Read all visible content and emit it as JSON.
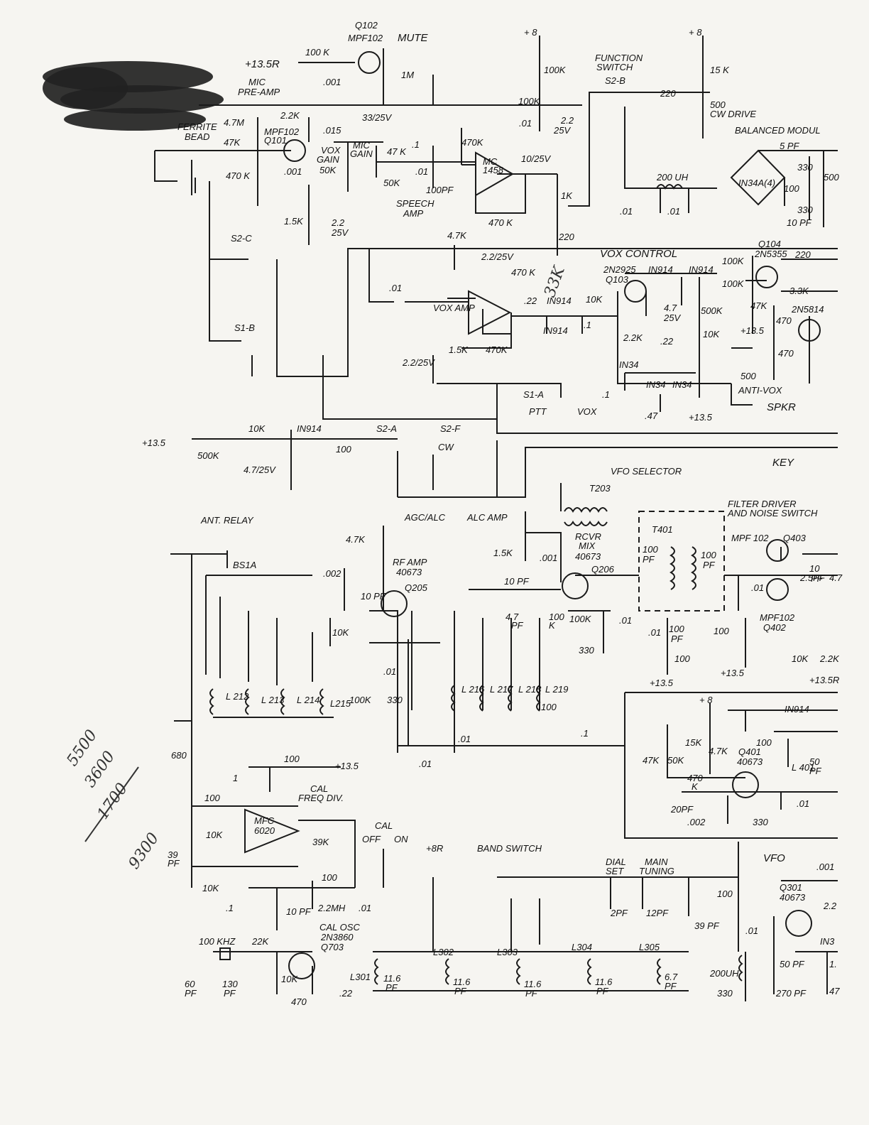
{
  "title_labels": {
    "q102": "Q102",
    "mpf102_q102": "MPF102",
    "mute": "MUTE",
    "mic_preamp_1": "MIC",
    "mic_preamp_2": "PRE-AMP",
    "ferrite_1": "FERRITE",
    "ferrite_2": "BEAD",
    "plus8_a": "+ 8",
    "plus8_b": "+ 8",
    "plus13_5r": "+13.5R",
    "function_switch_1": "FUNCTION",
    "function_switch_2": "SWITCH",
    "s2b": "S2-B",
    "cw_drive": "CW DRIVE",
    "balanced_mod": "BALANCED MODUL",
    "vox_gain_1": "VOX",
    "vox_gain_2": "GAIN",
    "mic_gain_1": "MIC",
    "mic_gain_2": "GAIN",
    "speech_amp_1": "SPEECH",
    "speech_amp_2": "AMP",
    "q101_1": "MPF102",
    "q101_2": "Q101",
    "mc1458_a": "MC",
    "mc1458_a2": "1458",
    "s2c": "S2-C",
    "s1b": "S1-B",
    "vox_control": "VOX CONTROL",
    "vox_amp": "VOX AMP",
    "q103_1": "2N2925",
    "q103_2": "Q103",
    "q104_1": "Q104",
    "q104_2": "2N5355",
    "q10x": "2N5814",
    "anti_vox": "ANTI-VOX",
    "spkr": "SPKR",
    "s1a": "S1-A",
    "ptt": "PTT",
    "vox": "VOX",
    "plus13_5_a": "+13.5",
    "plus13_5_b": "+13.5",
    "plus13_5_c": "+13.5",
    "s2a": "S2-A",
    "s2f": "S2-F",
    "cw": "CW",
    "key": "KEY",
    "vfo_selector": "VFO SELECTOR",
    "t203": "T203",
    "agc_alc": "AGC/ALC",
    "alc_amp": "ALC AMP",
    "ant_relay": "ANT. RELAY",
    "bs1a": "BS1A",
    "rf_amp": "RF AMP",
    "q205_1": "40673",
    "q205_2": "Q205",
    "rcvr_mix_1": "RCVR",
    "rcvr_mix_2": "MIX",
    "q206_1": "40673",
    "q206_2": "Q206",
    "filter_driver_1": "FILTER DRIVER",
    "filter_driver_2": "AND NOISE SWITCH",
    "t401": "T401",
    "q403_1": "MPF 102",
    "q403_2": "Q403",
    "q402_1": "MPF102",
    "q402_2": "Q402",
    "l212": "L 212",
    "l213": "L 213",
    "l214": "L 214",
    "l215": "L215",
    "l216": "L 216",
    "l217": "L 217",
    "l218": "L 218",
    "l219": "L 219",
    "cal_freq_1": "CAL",
    "cal_freq_2": "FREQ DIV.",
    "mfc_1": "MFC",
    "mfc_2": "6020",
    "cal": "CAL",
    "cal_off": "OFF",
    "cal_on": "ON",
    "plus8r": "+8R",
    "band_switch": "BAND SWITCH",
    "dial_set_1": "DIAL",
    "dial_set_2": "SET",
    "main_tuning_1": "MAIN",
    "main_tuning_2": "TUNING",
    "vfo": "VFO",
    "q301_1": "Q301",
    "q301_2": "40673",
    "cal_osc_1": "CAL OSC",
    "cal_osc_2": "2N3860",
    "cal_osc_3": "Q703",
    "xtal": "100 KHZ",
    "q401_1": "Q401",
    "q401_2": "40673",
    "l301": "L301",
    "l302": "L302",
    "l303": "L303",
    "l304": "L304",
    "l305": "L305",
    "l401": "L 401",
    "in34a": "IN34A(4)"
  },
  "component_values": {
    "r100k_a": "100 K",
    "c001_a": ".001",
    "r1m": "1M",
    "r4_7m": "4.7M",
    "r2_2k_a": "2.2K",
    "c015": ".015",
    "r47k_a": "47K",
    "r470k_a": "470 K",
    "c001_b": ".001",
    "r50k_vox": "50K",
    "r47k_b": "47 K",
    "c1_a": ".1",
    "c01_a": ".01",
    "r50k_mic": "50K",
    "c33": "33/25V",
    "r470k_b": "470K",
    "r100k_b": "100K",
    "r100k_c": "100K",
    "c01_b": ".01",
    "c2_2_25v": "2.2",
    "c25v": "25V",
    "c100pf_a": "100PF",
    "c10_25v": "10/25V",
    "r1k": "1K",
    "r470k_c": "470 K",
    "r4_7k_a": "4.7K",
    "c2_2_25v_b": "2.2/25V",
    "r220_a": "220",
    "r1_5k_a": "1.5K",
    "c2_2_25v_c1": "2.2",
    "c2_2_25v_c2": "25V",
    "r220_b": "220",
    "r15k": "15 K",
    "r500": "500",
    "l200uh_a": "200 UH",
    "c01_c": ".01",
    "c01_d": ".01",
    "c5pf": "5 PF",
    "r330_a": "330",
    "r100_a": "100",
    "r330_b": "330",
    "c10pf_a": "10 PF",
    "r500_b": "500",
    "r470k_d": "470 K",
    "c01_e": ".01",
    "c22_a": ".22",
    "in914_a": "IN914",
    "r10k_a": "10K",
    "in914_b": "IN914",
    "c1_b": ".1",
    "r1_5k_b": "1.5K",
    "r470k_e": "470K",
    "c2_2_25v_d": "2.2/25V",
    "in914_c": "IN914",
    "in914_d": "IN914",
    "c4_7_25v_1": "4.7",
    "c4_7_25v_2": "25V",
    "r500k_a": "500K",
    "r10k_b": "10K",
    "r100k_d": "100K",
    "r100k_e": "100K",
    "r47k_c": "47K",
    "r220_c": "220",
    "r3_3k": "3.3K",
    "r470_a": "470",
    "r470_b": "470",
    "r2_2k_b": "2.2K",
    "c22_b": ".22",
    "in34_a": "IN34",
    "in34_b": "IN34",
    "in34_c": "IN34",
    "r500_c": "500",
    "c1_c": ".1",
    "c47": ".47",
    "r500k_b": "500K",
    "r10k_c": "10K",
    "in914_e": "IN914",
    "r100_b": "100",
    "c4_7_25v_e": "4.7/25V",
    "r4_7k_b": "4.7K",
    "c002_a": ".002",
    "c10pf_b": "10 PF",
    "c10pf_c": "10 PF",
    "r1_5k_c": "1.5K",
    "c001_c": ".001",
    "c4_7pf_1": "4.7",
    "c4_7pf_2": "PF",
    "r100k_f1": "100",
    "r100k_f2": "K",
    "r100k_g": "100K",
    "c01_f": ".01",
    "r330_c": "330",
    "r10k_d": "10K",
    "c01_g": ".01",
    "r100k_h": "100K",
    "r330_d": "330",
    "r100_c": "100",
    "c01_h": ".01",
    "c1_d": ".1",
    "c01_i": ".01",
    "c100pf_b1": "100",
    "c100pf_b2": "PF",
    "c100pf_c1": "100",
    "c100pf_c2": "PF",
    "c01_j": ".01",
    "c100pf_d1": "100",
    "c100pf_d2": "PF",
    "r100_d": "100",
    "r100_e": "100",
    "c2_5pf": "2.5PF",
    "c10pf_d1": "10",
    "c10pf_d2": "PF",
    "r4_7": "4.7",
    "c01_k": ".01",
    "r10k_e": "10K",
    "r2_2k_c": "2.2K",
    "plus13_5r_b": "+13.5R",
    "r680": "680",
    "c100_a": "100",
    "r10k_f": "10K",
    "r39pf": "39",
    "r39pf_2": "PF",
    "r10k_g": "10K",
    "r100_f": "100",
    "c1_e": "1",
    "r39k": "39K",
    "r100_g": "100",
    "c1_f": ".1",
    "l2_2mh": "2.2MH",
    "c01_l": ".01",
    "c10pf_e": "10 PF",
    "r22k": "22K",
    "c60pf_1": "60",
    "c60pf_2": "PF",
    "c130pf_1": "130",
    "c130pf_2": "PF",
    "r10k_h": "10K",
    "r470_c": "470",
    "c22_c": ".22",
    "c11_6_a1": "11.6",
    "c11_6_a2": "PF",
    "c11_6_b1": "11.6",
    "c11_6_b2": "PF",
    "c11_6_c1": "11.6",
    "c11_6_c2": "PF",
    "c11_6_d1": "11.6",
    "c11_6_d2": "PF",
    "c6_7_1": "6.7",
    "c6_7_2": "PF",
    "c2pf": "2PF",
    "c12pf": "12PF",
    "c39pf": "39 PF",
    "r100_h": "100",
    "c01_m": ".01",
    "l200uh_b": "200UH",
    "r330_e": "330",
    "c50pf_a": "50 PF",
    "c270pf": "270 PF",
    "c001_d": ".001",
    "r2_2_b": "2.2",
    "in3x": "IN3",
    "r1_x": "1.",
    "r47_x": "47",
    "plus8_c": "+ 8",
    "r15k_b": "15K",
    "r47k_d": "47K",
    "r50k_b": "50K",
    "r4_7k_c": "4.7K",
    "r470k_f1": "470",
    "r470k_f2": "K",
    "c20pf": "20PF",
    "c002_b": ".002",
    "r330_f": "330",
    "c01_n": ".01",
    "in914_f": "IN914",
    "r100_i": "100",
    "c50pf_b1": "50",
    "c50pf_b2": "PF",
    "c33_t": "33"
  },
  "handwritten": {
    "n1": "5500",
    "n2": "3600",
    "n3": "1700",
    "n4": "9300",
    "n5": "33K"
  }
}
